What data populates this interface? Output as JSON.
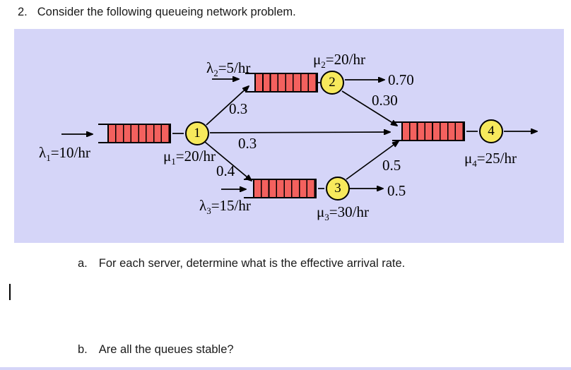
{
  "title": {
    "number": "2.",
    "text": "Consider the following queueing network problem."
  },
  "diagram": {
    "colors": {
      "panel_background": "#d5d5f8",
      "queue_fill": "#f3615e",
      "server_fill": "#f7e95c",
      "line": "#000000"
    },
    "servers": [
      {
        "number": "1",
        "arrival": {
          "sym": "λ",
          "sub": "1",
          "rest": "=10/hr"
        },
        "service": {
          "sym": "μ",
          "sub": "1",
          "rest": "=20/hr"
        }
      },
      {
        "number": "2",
        "arrival": {
          "sym": "λ",
          "sub": "2",
          "rest": "=5/hr"
        },
        "service": {
          "sym": "μ",
          "sub": "2",
          "rest": "=20/hr"
        }
      },
      {
        "number": "3",
        "arrival": {
          "sym": "λ",
          "sub": "3",
          "rest": "=15/hr"
        },
        "service": {
          "sym": "μ",
          "sub": "3",
          "rest": "=30/hr"
        }
      },
      {
        "number": "4",
        "service": {
          "sym": "μ",
          "sub": "4",
          "rest": "=25/hr"
        }
      }
    ],
    "routing": {
      "s1_to_s2": "0.3",
      "s1_to_s4": "0.3",
      "s1_to_s3": "0.4",
      "s2_exit": "0.70",
      "s2_to_s4": "0.30",
      "s3_to_s4": "0.5",
      "s3_exit": "0.5"
    }
  },
  "questions": [
    {
      "marker": "a.",
      "text": "For each server, determine what is the effective arrival rate."
    },
    {
      "marker": "b.",
      "text": "Are all the queues stable?"
    }
  ]
}
